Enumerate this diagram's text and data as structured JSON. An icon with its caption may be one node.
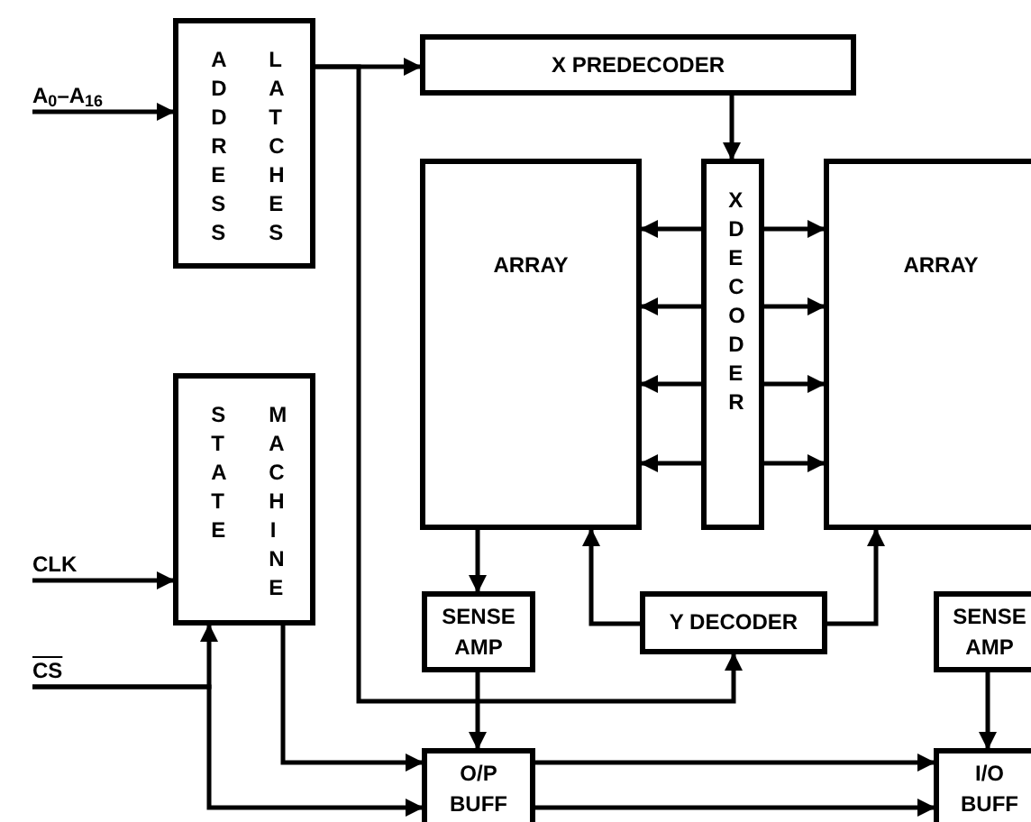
{
  "diagram": {
    "nodes": [
      {
        "text": [
          "A$_{0}$–A$_{16}$"
        ]
      },
      {
        "text": [
          "ADDRESS",
          "LATCHES"
        ]
      },
      {
        "text": [
          "X PREDECODER"
        ]
      },
      {
        "text": [
          "ARRAY"
        ]
      },
      {
        "text": [
          "X DECODER"
        ]
      },
      {
        "text": [
          "ARRAY"
        ]
      },
      {
        "text": [
          "STATE",
          "MACHINE"
        ]
      },
      {
        "text": [
          "CLK"
        ]
      },
      {
        "text": [
          "CS"
        ]
      },
      {
        "text": [
          "SENSE AMP"
        ]
      },
      {
        "text": [
          "Y DECODER"
        ]
      },
      {
        "text": [
          "SENSE AMP"
        ]
      },
      {
        "text": [
          "O/P BUFF"
        ]
      },
      {
        "text": [
          "I/O BUFF"
        ]
      }
    ],
    "edges": [
      {
        "from": 0,
        "to": 1,
        "arrow": "to"
      },
      {
        "from": 1,
        "to": 2,
        "arrow": "to"
      },
      {
        "from": 1,
        "to": 10,
        "arrow": "to"
      },
      {
        "from": 2,
        "to": 4,
        "arrow": "to"
      },
      {
        "from": 4,
        "to": 3,
        "arrow": "to"
      },
      {
        "from": 4,
        "to": 3,
        "arrow": "to"
      },
      {
        "from": 4,
        "to": 3,
        "arrow": "to"
      },
      {
        "from": 4,
        "to": 3,
        "arrow": "to"
      },
      {
        "from": 4,
        "to": 5,
        "arrow": "to"
      },
      {
        "from": 4,
        "to": 5,
        "arrow": "to"
      },
      {
        "from": 4,
        "to": 5,
        "arrow": "to"
      },
      {
        "from": 4,
        "to": 5,
        "arrow": "to"
      },
      {
        "from": 3,
        "to": 9,
        "arrow": "to"
      },
      {
        "from": 10,
        "to": 3,
        "arrow": "to"
      },
      {
        "from": 10,
        "to": 5,
        "arrow": "to"
      },
      {
        "from": 9,
        "to": 12,
        "arrow": "to"
      },
      {
        "from": 11,
        "to": 13,
        "arrow": "to"
      },
      {
        "from": 7,
        "to": 6,
        "arrow": "to"
      },
      {
        "from": 8,
        "to": 6,
        "arrow": "to"
      },
      {
        "from": 8,
        "to": 12,
        "arrow": "to"
      },
      {
        "from": 6,
        "to": 12,
        "arrow": "to"
      },
      {
        "from": 12,
        "to": 13,
        "arrow": "to"
      },
      {
        "from": 12,
        "to": 13,
        "arrow": "to"
      }
    ]
  }
}
